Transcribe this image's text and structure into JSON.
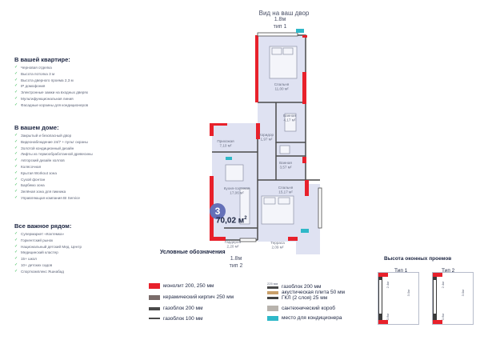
{
  "plan": {
    "top_caption": "Вид на ваш двор",
    "top_size": "1.8м",
    "top_type": "тип 1",
    "bottom_size": "1.8м",
    "bottom_type": "тип 2",
    "flat_number": "3",
    "flat_area": "70,02 м",
    "flat_area_unit": "2",
    "rooms": [
      {
        "name": "Спальня",
        "area": "11,00 м²"
      },
      {
        "name": "Ванная",
        "area": "4,17 м²"
      },
      {
        "name": "Коридор",
        "area": "1,97 м²"
      },
      {
        "name": "Прихожая",
        "area": "7,10 м²"
      },
      {
        "name": "Ванная",
        "area": "3,57 м²"
      },
      {
        "name": "Кухня-гостиная",
        "area": "17,06 м²"
      },
      {
        "name": "Спальня",
        "area": "15,17 м²"
      },
      {
        "name": "Гардероб",
        "area": "2,20 м²"
      },
      {
        "name": "Терраса",
        "area": "2,09 м²"
      }
    ]
  },
  "left": {
    "apartment_title": "В вашей квартире:",
    "apartment_items": [
      "Черновая отделка",
      "Высота потолка 3 м",
      "Высота дверного проема 2,3 м",
      "IP домофония",
      "Электронные замки на входных дверях",
      "Мультифункциональная линия",
      "Фасадные корзины для кондиционеров"
    ],
    "house_title": "В вашем доме:",
    "house_items": [
      "Закрытый и безопасный двор",
      "Видеонаблюдение 24/7 + пульт охраны",
      "Золотой кондиционный дизайн",
      "Лифты из термообработанной древесины",
      "Авторский дизайн холлов",
      "Колясочная",
      "Крытая Workout зона",
      "Сухой фонтан",
      "Барбекю зона",
      "Зелёная зона для пикника",
      "Управляющая компания BI Service"
    ],
    "nearby_title": "Все важное рядом:",
    "nearby_items": [
      "Супермаркет «Коктемка»",
      "Горкентский рынок",
      "Национальный детский Мед. Центр",
      "Медицинский кластер",
      "15+ школ",
      "10+ детских садов",
      "Спорткомплекс Яшнабад"
    ]
  },
  "legend": {
    "title": "Условные обозначения",
    "items": [
      {
        "label": "монолит 200, 250 мм",
        "color": "#e8212b"
      },
      {
        "label": "керамический кирпич 250 мм",
        "color": "#7a6c6a"
      },
      {
        "label": "газоблок 200 мм",
        "color": "#4a4a4a"
      },
      {
        "label": "газоблок 100 мм",
        "color": "#4a4a4a"
      },
      {
        "label": "газоблок 200 мм",
        "color": "#4a4a4a"
      },
      {
        "label": "акустическая плита 50 мм",
        "color": "#c9a06a"
      },
      {
        "label": "ГКЛ (2 слоя) 25 мм",
        "color": "#444444"
      },
      {
        "label": "сантехнический короб",
        "color": "#b8b3ad"
      },
      {
        "label": "место для кондиционера",
        "color": "#2fb8c8"
      }
    ],
    "dim_label": "225 мм"
  },
  "windows": {
    "title": "Высота оконных проемов",
    "type1": "Тип 1",
    "type2": "Тип 2",
    "dims1": [
      "3.0м",
      "2.4м",
      "0.6м"
    ],
    "dims2": [
      "3.0м",
      "2.4м",
      "0.6м"
    ]
  },
  "colors": {
    "monolith": "#e8212b",
    "floor": "#dfe2f2",
    "wall": "#4a4a4a",
    "accent": "#6470b8",
    "check": "#2db84a"
  }
}
